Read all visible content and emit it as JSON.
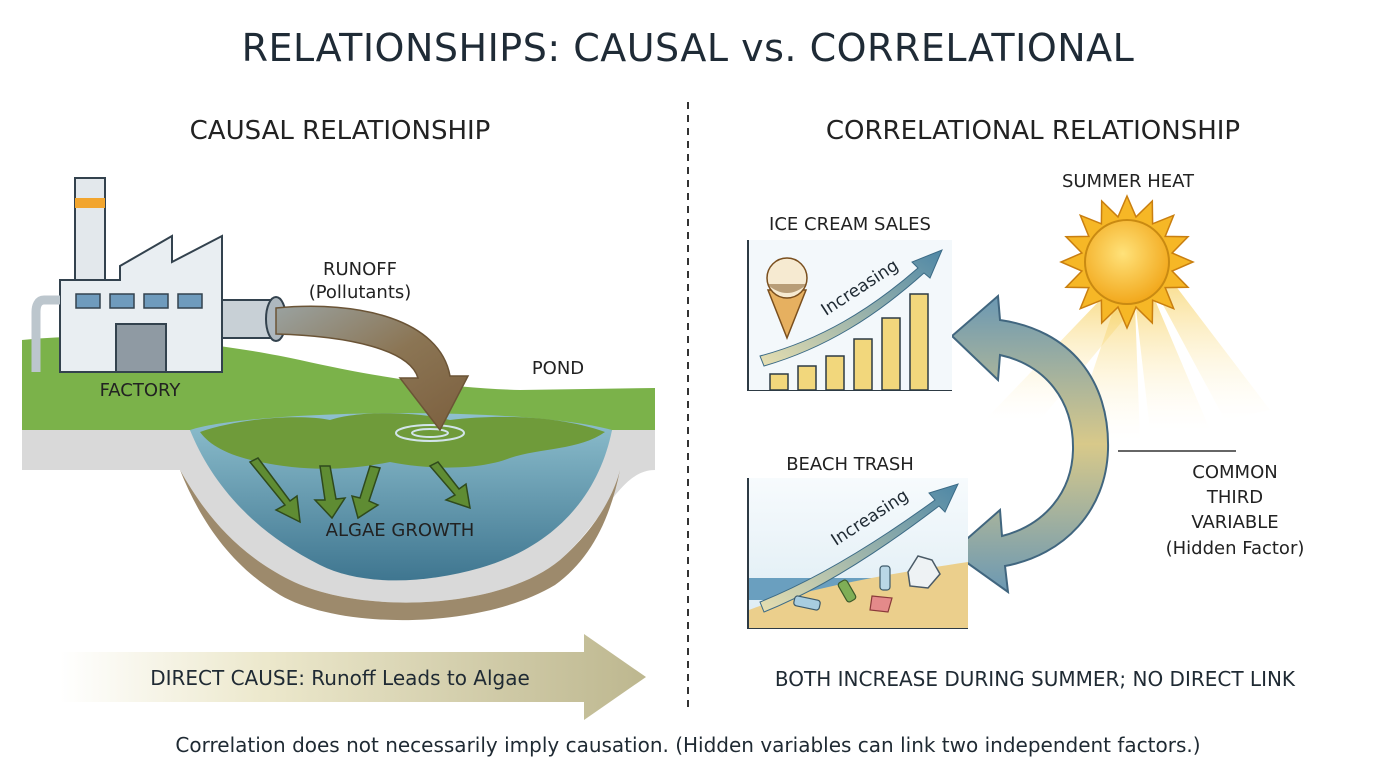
{
  "title": "RELATIONSHIPS: CAUSAL vs. CORRELATIONAL",
  "causal": {
    "heading": "CAUSAL RELATIONSHIP",
    "factory_label": "FACTORY",
    "runoff_label": "RUNOFF",
    "runoff_sub": "(Pollutants)",
    "pond_label": "POND",
    "algae_label": "ALGAE GROWTH",
    "direct_cause": "DIRECT CAUSE: Runoff Leads to Algae"
  },
  "correlational": {
    "heading": "CORRELATIONAL RELATIONSHIP",
    "summer_heat": "SUMMER HEAT",
    "ice_cream_sales": "ICE CREAM SALES",
    "beach_trash": "BEACH TRASH",
    "increasing_1": "Increasing",
    "increasing_2": "Increasing",
    "third_variable_line1": "COMMON",
    "third_variable_line2": "THIRD",
    "third_variable_line3": "VARIABLE",
    "third_variable_line4": "(Hidden Factor)",
    "conclusion": "BOTH INCREASE DURING SUMMER; NO DIRECT LINK"
  },
  "footer": "Correlation does not necessarily imply causation. (Hidden variables can link two independent factors.)",
  "colors": {
    "grass": "#7bb24a",
    "water": "#6aa0b8",
    "algae": "#6f9b3a",
    "runoff": "#8a6f4c",
    "sun": "#f6bf2a",
    "arrow": "#5e86a0"
  }
}
